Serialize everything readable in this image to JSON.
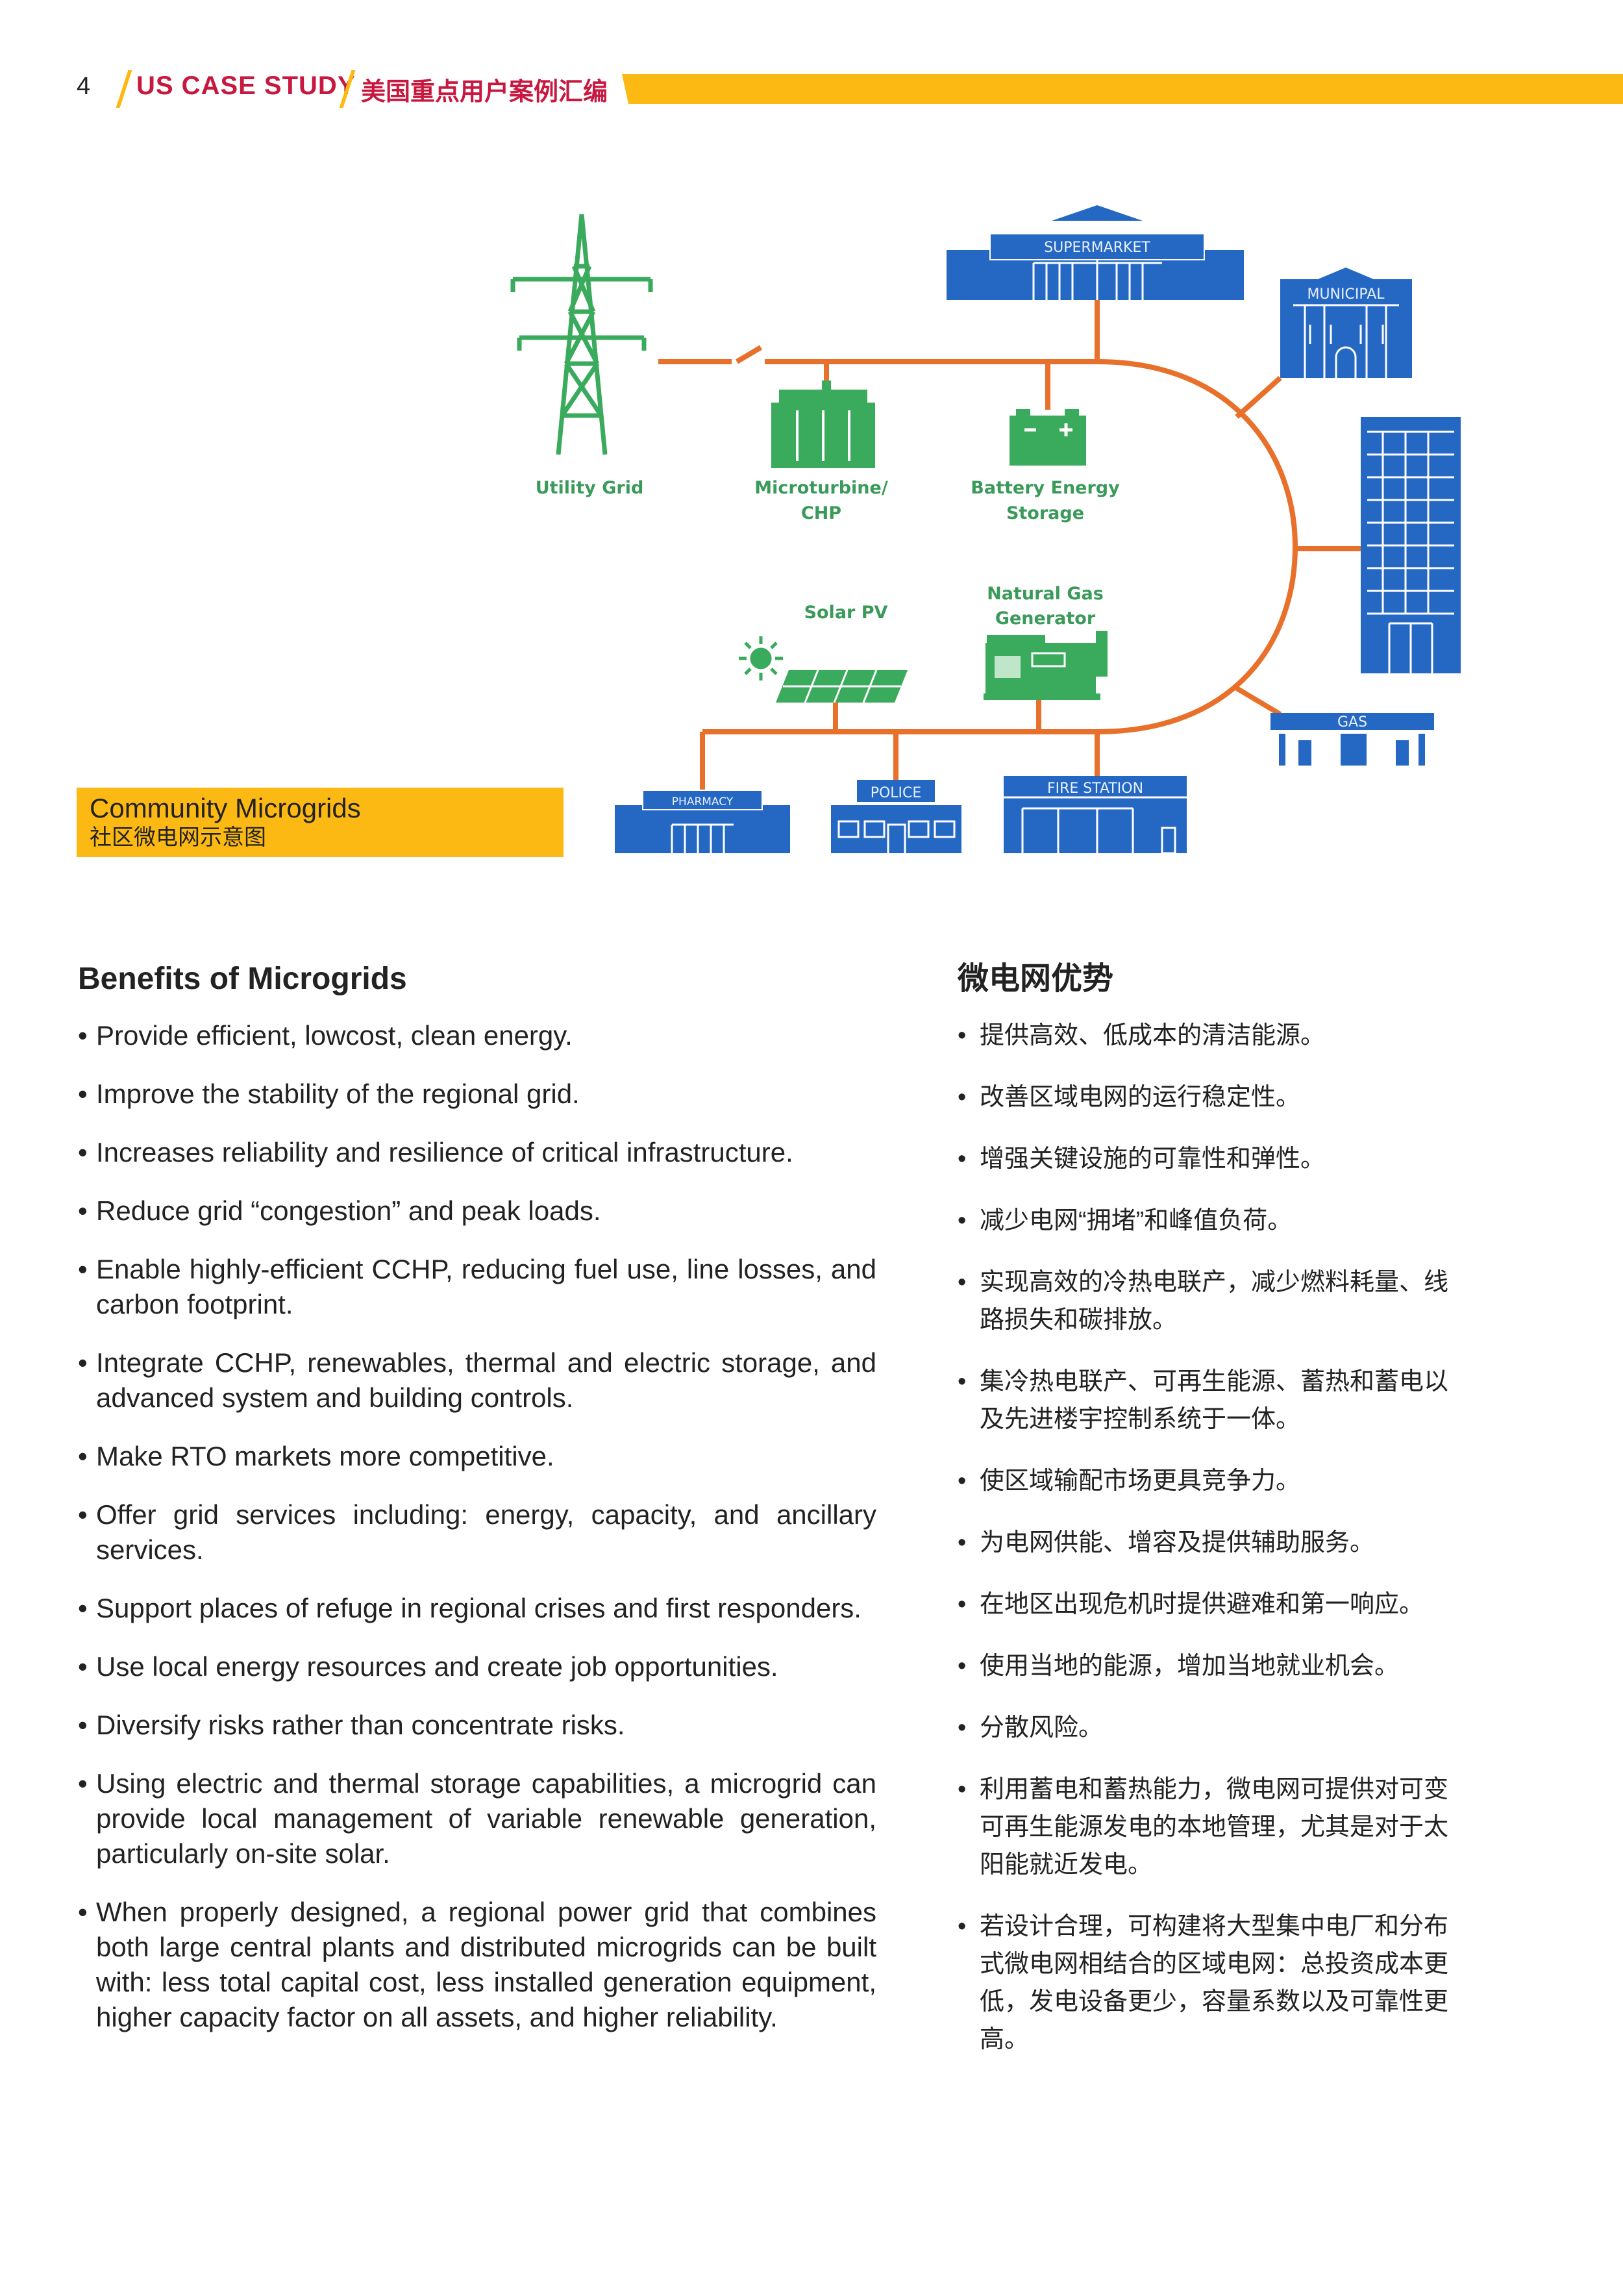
{
  "header": {
    "page_number": "4",
    "title_en": "US CASE STUDY",
    "title_cn": "美国重点用户案例汇编"
  },
  "colors": {
    "accent_yellow": "#FDB913",
    "header_red": "#C8183F",
    "grid_orange": "#E8702A",
    "building_blue": "#2468C4",
    "source_green": "#3AAA5C"
  },
  "diagram": {
    "sources": {
      "utility_grid": "Utility Grid",
      "microturbine": [
        "Microturbine/",
        "CHP"
      ],
      "battery": [
        "Battery Energy",
        "Storage"
      ],
      "solar": "Solar PV",
      "generator": [
        "Natural Gas",
        "Generator"
      ]
    },
    "buildings": {
      "supermarket": "SUPERMARKET",
      "municipal": "MUNICIPAL",
      "gas": "GAS",
      "pharmacy": "PHARMACY",
      "police": "POLICE",
      "fire_station": "FIRE STATION"
    },
    "caption_en": "Community Microgrids",
    "caption_cn": "社区微电网示意图"
  },
  "benefits_en": {
    "title": "Benefits of Microgrids",
    "items": [
      "Provide efficient, lowcost, clean energy.",
      "Improve the stability of the regional grid.",
      "Increases reliability and resilience of critical infrastructure.",
      "Reduce grid “congestion” and peak loads.",
      "Enable highly-efficient CCHP, reducing fuel use, line losses, and carbon footprint.",
      "Integrate CCHP, renewables, thermal and electric storage, and advanced system and building controls.",
      "Make RTO markets more competitive.",
      "Offer grid services including: energy, capacity, and ancillary services.",
      "Support places of refuge in regional crises and first responders.",
      "Use local energy resources and create job opportunities.",
      "Diversify risks rather than concentrate risks.",
      "Using electric and thermal storage capabilities, a microgrid can provide local management of variable renewable generation, particularly on-site solar.",
      "When properly designed, a regional power grid that combines both large central plants and distributed microgrids can be built with: less total capital cost, less installed generation equipment, higher capacity factor on all assets, and higher reliability."
    ]
  },
  "benefits_cn": {
    "title": "微电网优势",
    "items": [
      "提供高效、低成本的清洁能源。",
      "改善区域电网的运行稳定性。",
      "增强关键设施的可靠性和弹性。",
      "减少电网“拥堵”和峰值负荷。",
      "实现高效的冷热电联产，减少燃料耗量、线路损失和碳排放。",
      "集冷热电联产、可再生能源、蓄热和蓄电以及先进楼宇控制系统于一体。",
      "使区域输配市场更具竞争力。",
      "为电网供能、增容及提供辅助服务。",
      "在地区出现危机时提供避难和第一响应。",
      "使用当地的能源，增加当地就业机会。",
      "分散风险。",
      "利用蓄电和蓄热能力，微电网可提供对可变可再生能源发电的本地管理，尤其是对于太阳能就近发电。",
      "若设计合理，可构建将大型集中电厂和分布式微电网相结合的区域电网：总投资成本更低，发电设备更少，容量系数以及可靠性更高。"
    ]
  }
}
